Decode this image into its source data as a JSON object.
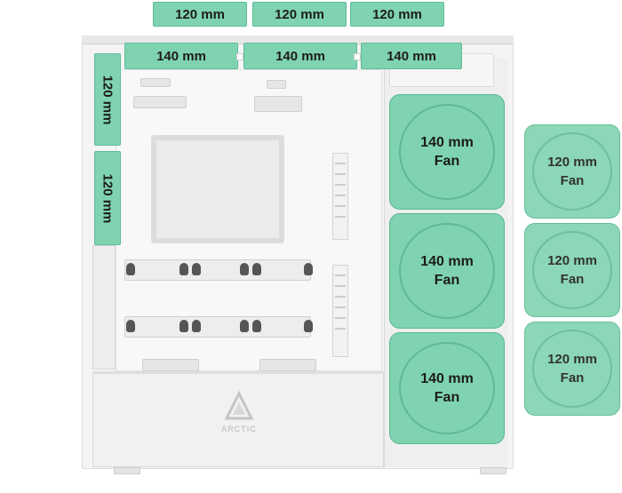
{
  "brand": {
    "logo_text": "ARCTIC"
  },
  "colors": {
    "fan_fill": "#7fd3b1",
    "fan_border": "#5fbb98",
    "case": "#f4f4f4"
  },
  "top_external_mounts": [
    {
      "label": "120 mm"
    },
    {
      "label": "120 mm"
    },
    {
      "label": "120 mm"
    }
  ],
  "top_internal_mounts": [
    {
      "label": "140 mm"
    },
    {
      "label": "140 mm"
    },
    {
      "label": "140 mm"
    }
  ],
  "rear_mounts": [
    {
      "label": "120 mm"
    },
    {
      "label": "120 mm"
    }
  ],
  "front_fans": [
    {
      "size": "140 mm",
      "type": "Fan"
    },
    {
      "size": "140 mm",
      "type": "Fan"
    },
    {
      "size": "140 mm",
      "type": "Fan"
    }
  ],
  "side_fans": [
    {
      "size": "120 mm",
      "type": "Fan"
    },
    {
      "size": "120 mm",
      "type": "Fan"
    },
    {
      "size": "120 mm",
      "type": "Fan"
    }
  ]
}
